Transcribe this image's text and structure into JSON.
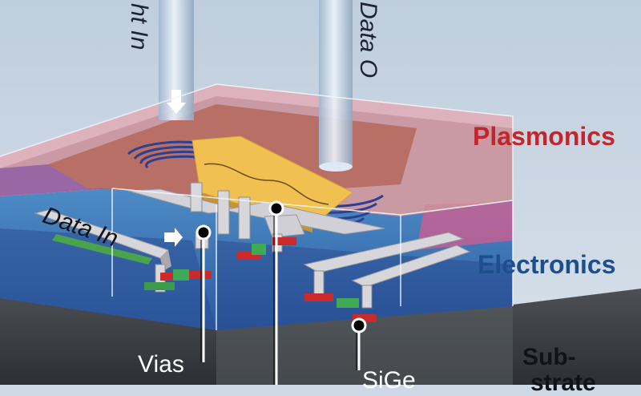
{
  "beams": {
    "light_in": "ht In",
    "data_out": "Data O"
  },
  "layers": {
    "plasmonics": {
      "label": "Plasmonics",
      "color": "#c0262c"
    },
    "electronics": {
      "label": "Electronics",
      "color": "#1f4e8c"
    },
    "substrate": {
      "line1": "Sub-",
      "line2": "strate",
      "color": "#101418"
    }
  },
  "callouts": {
    "data_in": "Data In",
    "vias": "Vias",
    "sige": "SiGe"
  }
}
